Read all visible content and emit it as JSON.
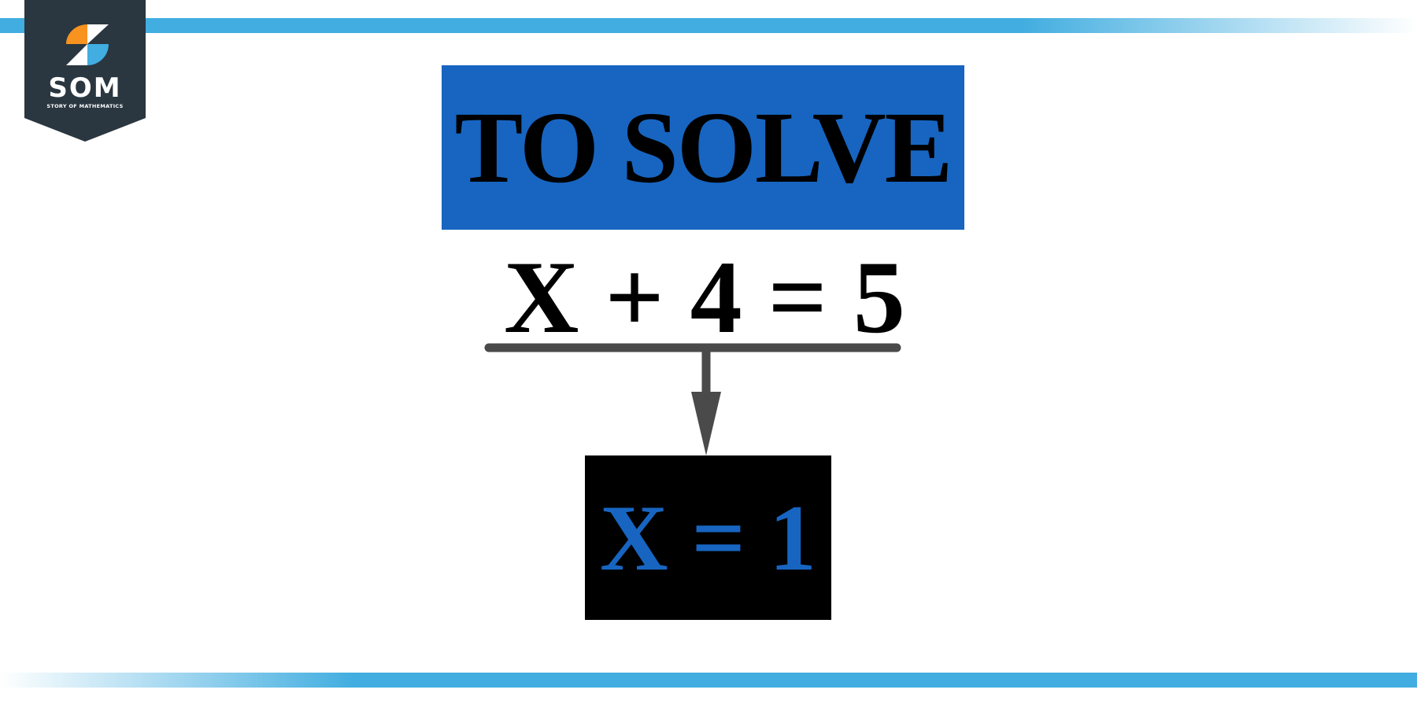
{
  "logo": {
    "name": "SOM",
    "tagline": "STORY OF MATHEMATICS",
    "colors": {
      "badge": "#2a3640",
      "orange": "#f7931e",
      "blue": "#41ade0",
      "white": "#ffffff"
    }
  },
  "diagram": {
    "title": "TO SOLVE",
    "equation": "X + 4 = 5",
    "result": "X = 1"
  },
  "colors": {
    "stripe": "#41ade0",
    "title_box": "#1765c1",
    "result_box": "#000000",
    "result_text": "#1765c1",
    "connector": "#4a4a4a"
  }
}
